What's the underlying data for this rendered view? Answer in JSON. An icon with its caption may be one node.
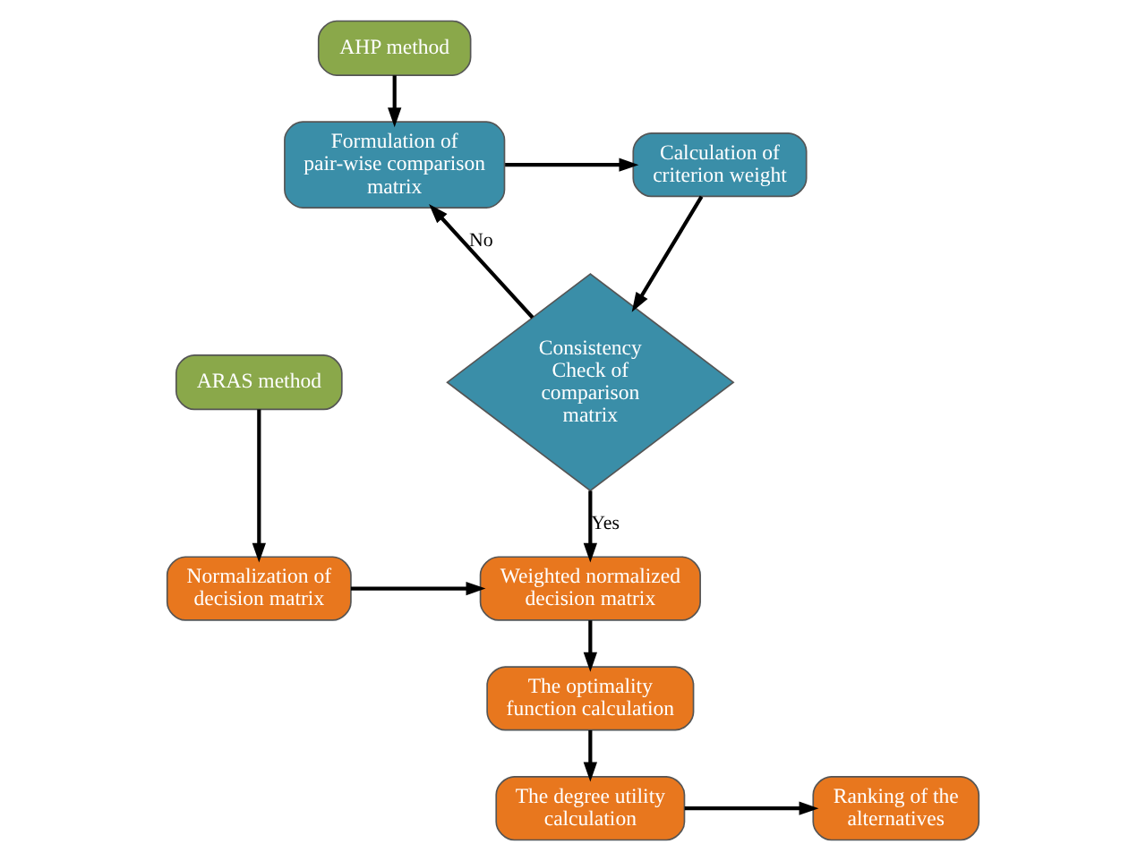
{
  "diagram": {
    "nodes": [
      {
        "text": [
          "Calculation of criterion weight"
        ]
      },
      {
        "text": [
          "AHP method"
        ]
      },
      {
        "text": [
          "Formulation of pair-wise comparison matrix"
        ]
      },
      {
        "text": [
          "Consistency Check of comparison matrix"
        ]
      },
      {
        "text": [
          "ARAS method"
        ]
      },
      {
        "text": [
          "Weighted normalized decision matrix"
        ]
      },
      {
        "text": [
          "Normalization of decision matrix"
        ]
      },
      {
        "text": [
          "The optimality function calculation"
        ]
      },
      {
        "text": [
          "The degree utility calculation"
        ]
      },
      {
        "text": [
          "Ranking of the alternatives"
        ]
      }
    ],
    "edges": [
      {
        "from": 1,
        "to": 2,
        "arrow": "to"
      },
      {
        "from": 2,
        "to": 0,
        "arrow": "to"
      },
      {
        "from": 0,
        "to": 3,
        "arrow": "to"
      },
      {
        "from": 3,
        "to": 2,
        "arrow": "to",
        "label": "No"
      },
      {
        "from": 3,
        "to": 5,
        "arrow": "to",
        "label": "Yes"
      },
      {
        "from": 4,
        "to": 6,
        "arrow": "to"
      },
      {
        "from": 6,
        "to": 5,
        "arrow": "to"
      },
      {
        "from": 5,
        "to": 7,
        "arrow": "to"
      },
      {
        "from": 7,
        "to": 8,
        "arrow": "to"
      },
      {
        "from": 8,
        "to": 9,
        "arrow": "to"
      }
    ]
  }
}
